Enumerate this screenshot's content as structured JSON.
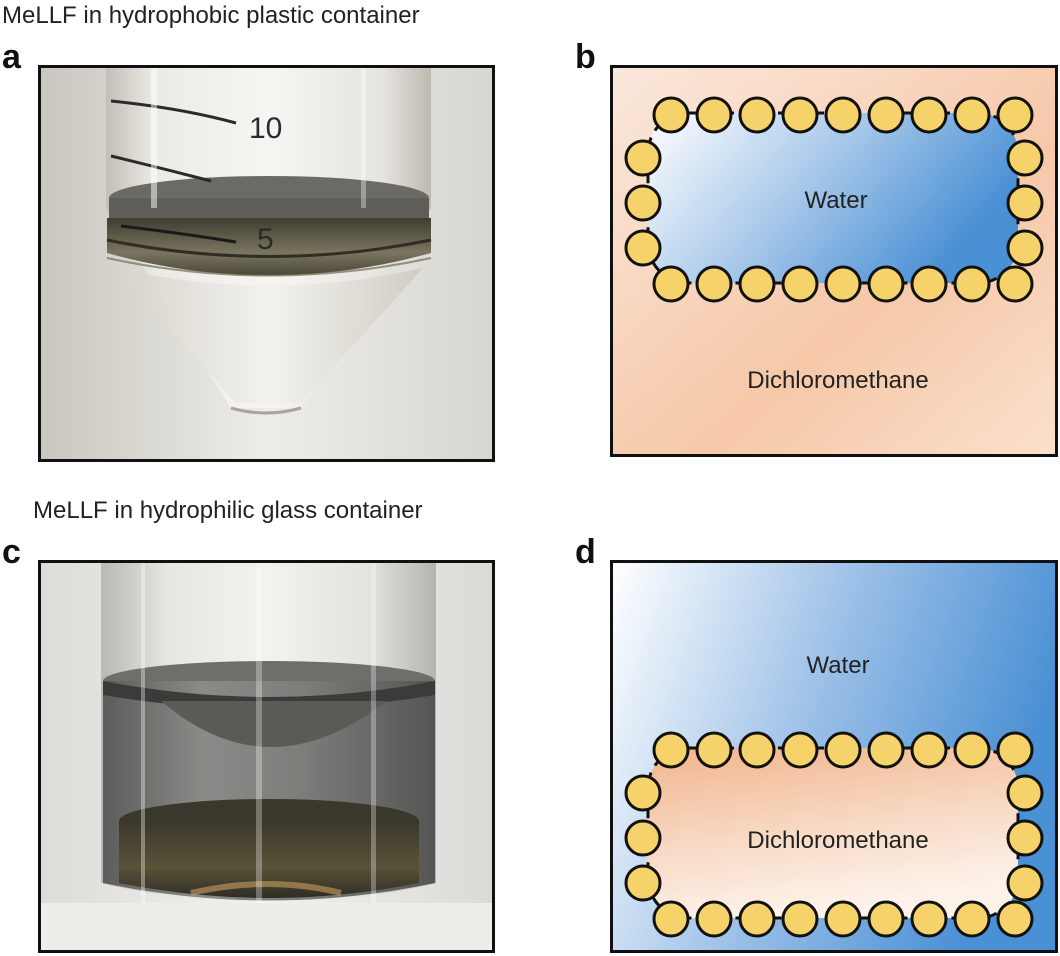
{
  "figure": {
    "top_caption": "MeLLF in hydrophobic plastic container",
    "bottom_caption": "MeLLF in hydrophilic glass container",
    "panels": {
      "a": {
        "label": "a",
        "scale_10": "10",
        "scale_5": "5"
      },
      "b": {
        "label": "b",
        "inner": "Water",
        "outer": "Dichloromethane"
      },
      "c": {
        "label": "c"
      },
      "d": {
        "label": "d",
        "outer": "Water",
        "inner": "Dichloromethane"
      }
    },
    "colors": {
      "water_blue": "#4a90d4",
      "dcm_orange": "#f2b48c",
      "particle_yellow": "#f6d36a",
      "particle_stroke": "#111111",
      "film_dark": "#4e4b3d"
    }
  }
}
